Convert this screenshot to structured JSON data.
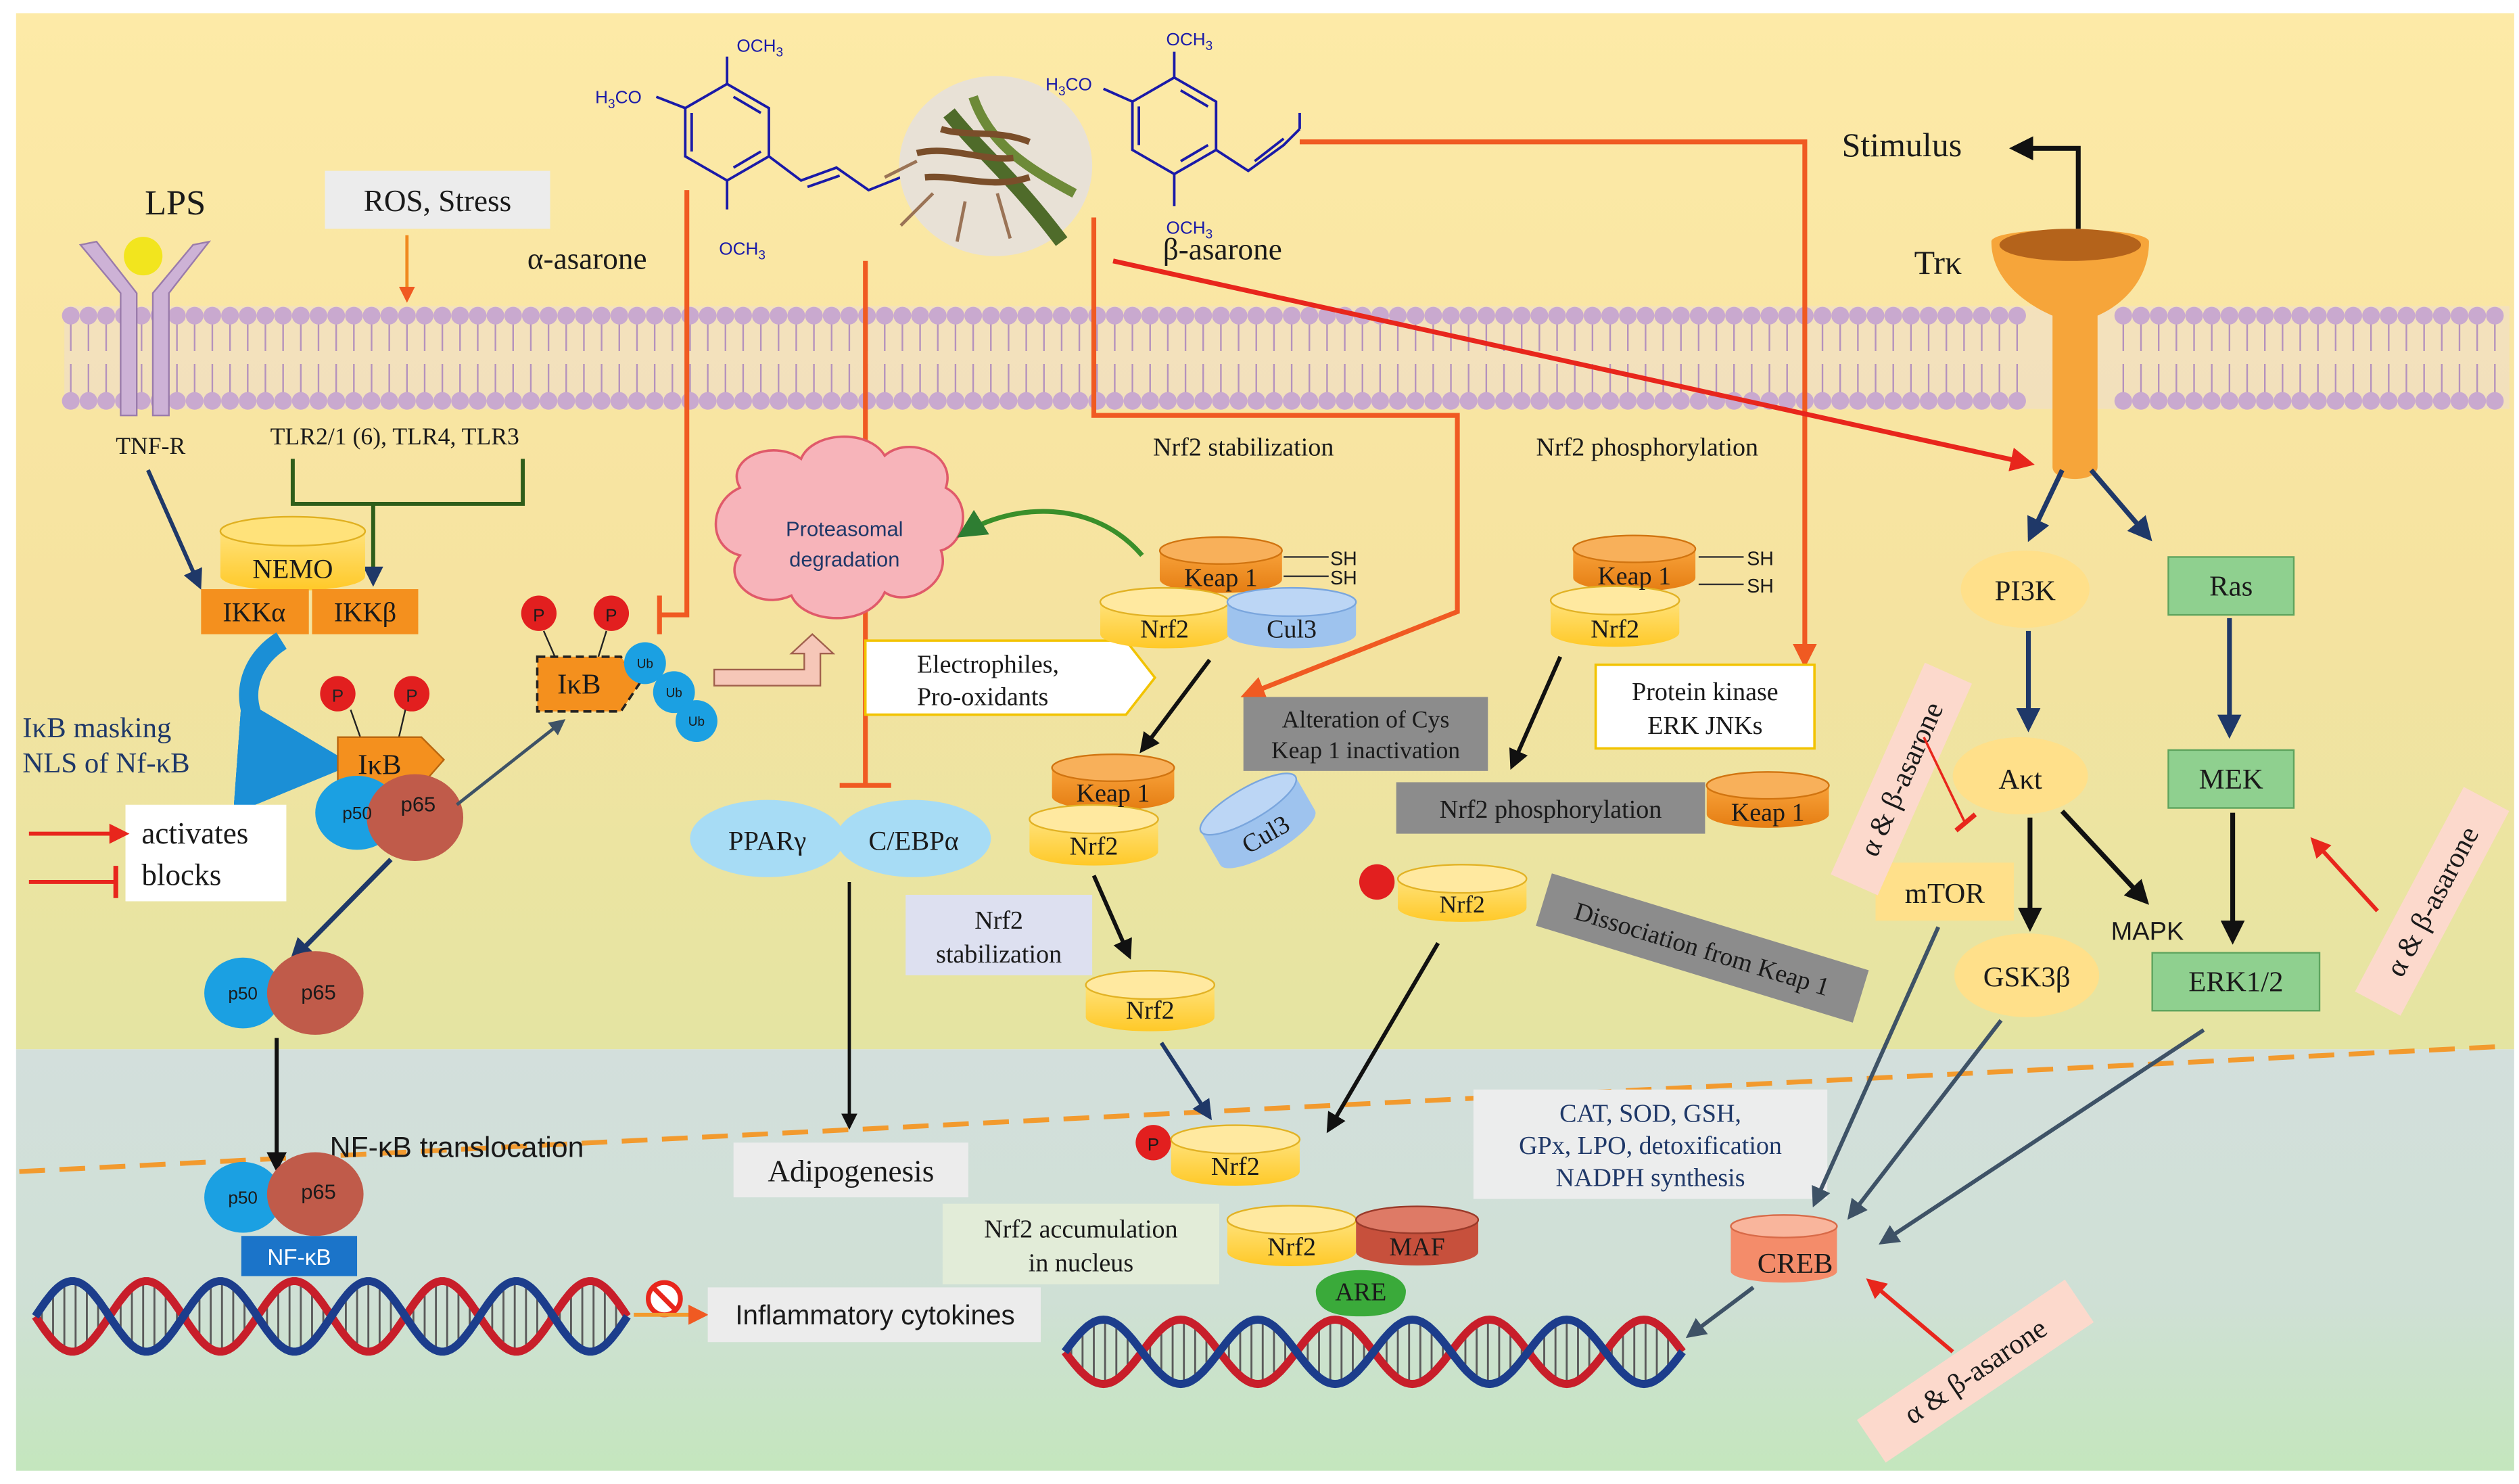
{
  "colors": {
    "top_bg": "#fbe8a6",
    "nucleus_bg": "#cfdfe0",
    "membrane": "#c9a9cf",
    "activates": "#e8261c",
    "axis_arrow": "#1f3868",
    "orange_line": "#f05a22",
    "nrf2_yellow": "#ffd24a",
    "keap_orange": "#f59a22",
    "p65_brown": "#c05b4a",
    "p50_blue": "#1ba0e2"
  },
  "icons": [
    "receptor-icon",
    "trk-receptor-icon",
    "proteasome-cloud-icon",
    "dna-helix-icon",
    "inhibition-sign-icon",
    "phosphate-icon",
    "ubiquitin-icon"
  ],
  "membrane": {
    "lps": "LPS",
    "ros": "ROS, Stress",
    "tnfr": "TNF-R",
    "tlr": "TLR2/1 (6), TLR4, TLR3",
    "stimulus": "Stimulus",
    "trk": "Trκ"
  },
  "compounds": {
    "alpha": "α-asarone",
    "beta": "β-asarone",
    "och3": "OCH",
    "h3co": "H",
    "sub3": "3",
    "co": "CO"
  },
  "nfkb": {
    "nemo": "NEMO",
    "ikka": "IKKα",
    "ikkb": "IKKβ",
    "p": "P",
    "ikb": "IκB",
    "p50": "p50",
    "p65": "p65",
    "ub": "Ub",
    "masking_line1": "IκB masking",
    "masking_line2": "NLS of Nf-κB",
    "translocation": "NF-κB translocation",
    "nfkb_label": "NF-κB",
    "cytokines": "Inflammatory cytokines"
  },
  "legend": {
    "activates": "activates",
    "blocks": "blocks"
  },
  "proteasome": {
    "line1": "Proteasomal",
    "line2": "degradation",
    "electro1": "Electrophiles,",
    "electro2": "Pro-oxidants"
  },
  "adipo": {
    "ppar": "PPARγ",
    "cebp": "C/EBPα",
    "adipogenesis": "Adipogenesis"
  },
  "nrf2": {
    "stab_title": "Nrf2 stabilization",
    "phos_title": "Nrf2 phosphorylation",
    "keap1": "Keap 1",
    "nrf2": "Nrf2",
    "cul3": "Cul3",
    "sh": "SH",
    "alt1": "Alteration of Cys",
    "alt2": "Keap 1 inactivation",
    "pk1": "Protein kinase",
    "pk2": "ERK JNKs",
    "phos_box": "Nrf2 phosphorylation",
    "stab_box1": "Nrf2",
    "stab_box2": "stabilization",
    "dissoc": "Dissociation from Keap 1",
    "accum1": "Nrf2 accumulation",
    "accum2": "in nucleus",
    "maf": "MAF",
    "are": "ARE",
    "anti1": "CAT, SOD, GSH,",
    "anti2": "GPx, LPO, detoxification",
    "anti3": "NADPH synthesis"
  },
  "trk_path": {
    "pi3k": "PI3K",
    "akt": "Aκt",
    "mtor": "mTOR",
    "gsk": "GSK3β",
    "mapk": "MAPK",
    "ras": "Ras",
    "mek": "MEK",
    "erk": "ERK1/2",
    "creb": "CREB",
    "ab": "α & β-asarone"
  }
}
